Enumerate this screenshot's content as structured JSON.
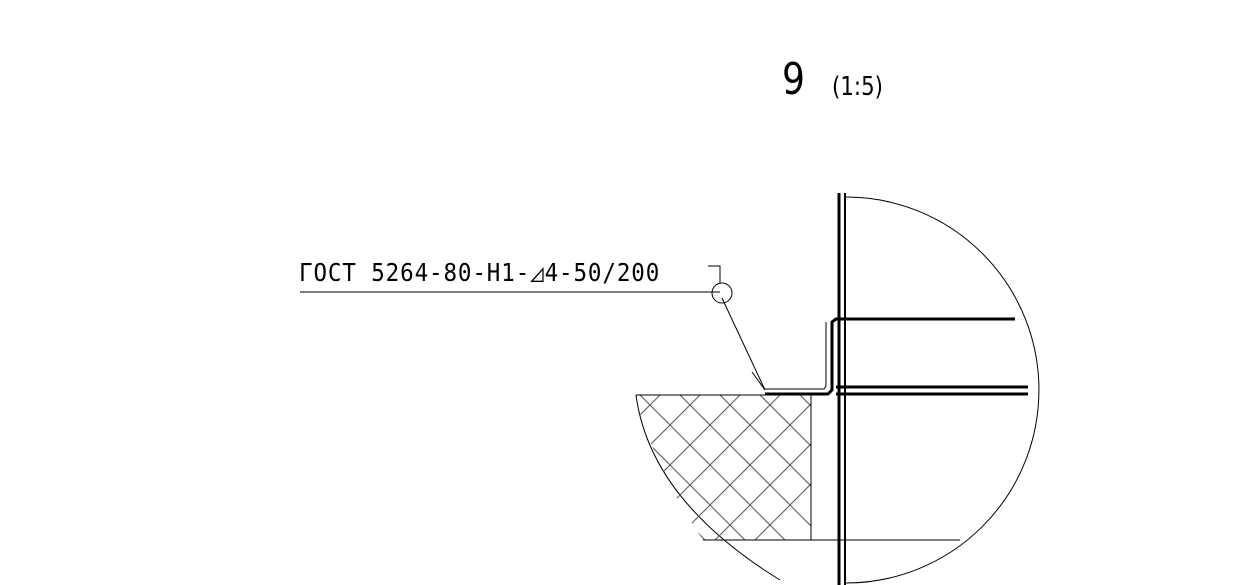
{
  "detail": {
    "number": "9",
    "scale": "(1:5)"
  },
  "weld_callout": {
    "text": "ГОСТ 5264-80-Н1-◿4-50/200"
  }
}
